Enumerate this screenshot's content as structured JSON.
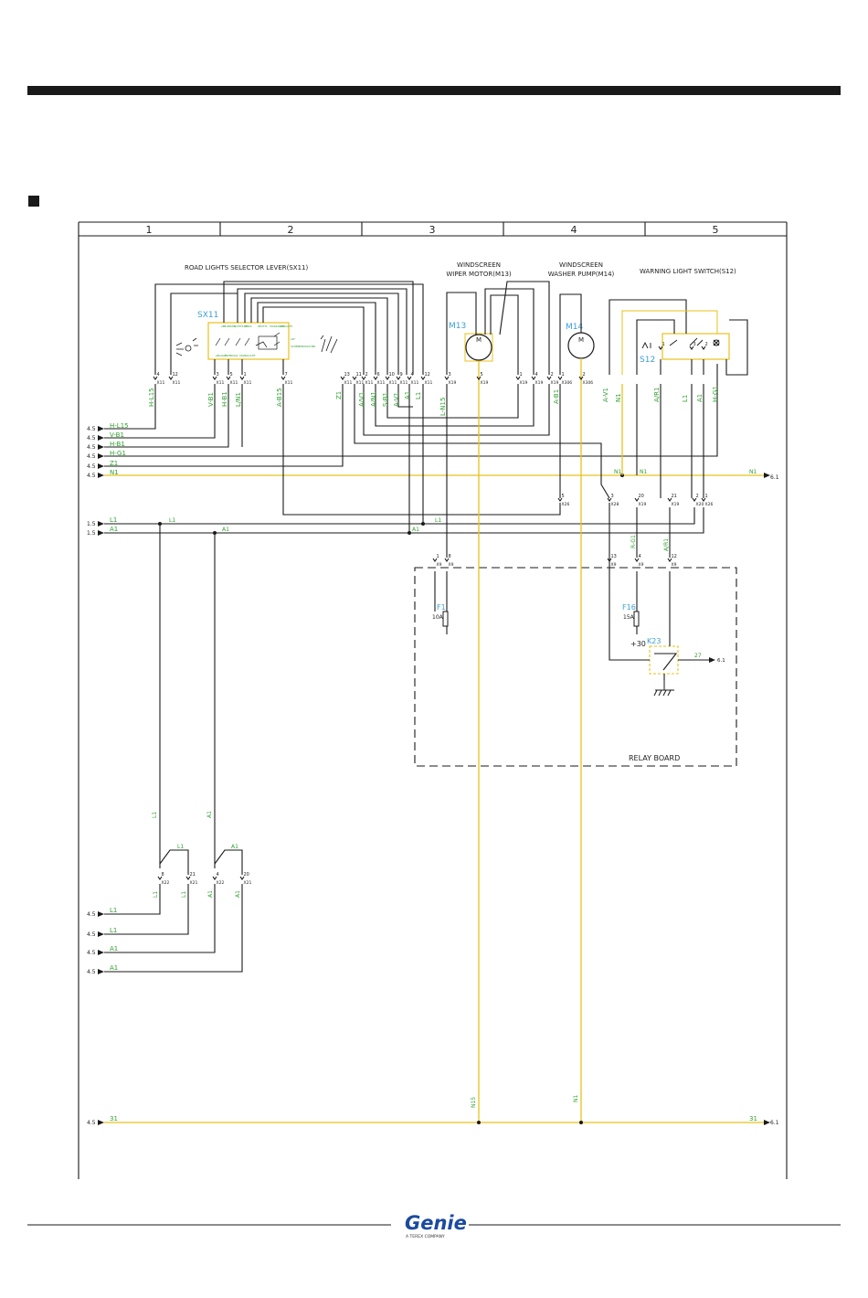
{
  "colors": {
    "wire": "#1a1a1a",
    "yellow_wire": "#e8c21a",
    "wire_label": "#2fa12f",
    "component_label": "#3a9fd8",
    "header_bar": "#1a1a1a"
  },
  "columns": [
    "1",
    "2",
    "3",
    "4",
    "5"
  ],
  "titles": {
    "road_lights": "ROAD LIGHTS SELECTOR LEVER(SX11)",
    "wiper_line1": "WINDSCREEN",
    "wiper_line2": "WIPER MOTOR(M13)",
    "washer_line1": "WINDSCREEN",
    "washer_line2": "WASHER PUMP(M14)",
    "warning_switch": "WARNING LIGHT SWITCH(S12)",
    "relay_board": "RELAY BOARD"
  },
  "components": {
    "sx11": "SX11",
    "m13": "M13",
    "m14": "M14",
    "s12": "S12",
    "f1": "F1",
    "f1_rating": "10A",
    "f16": "F16",
    "f16_rating": "15A",
    "k23": "K23",
    "plus30": "+30",
    "m_letter": "M",
    "k23_out": "27",
    "k23_ref": "6.1"
  },
  "sx11_inner": [
    "ABBLENDEN",
    "LICHTHUPE",
    "LINKS",
    "RECHTS",
    "STANDLICHT",
    "PARKLICHT",
    "LSF",
    "SCHEIBENWISCHER",
    "ABLAGE",
    "INTERVALL"
  ],
  "left_inputs": [
    {
      "ref": "4.5",
      "name": "H-L15"
    },
    {
      "ref": "4.5",
      "name": "V-B1"
    },
    {
      "ref": "4.5",
      "name": "H-B1"
    },
    {
      "ref": "4.5",
      "name": "H-G1"
    },
    {
      "ref": "4.5",
      "name": "Z1"
    },
    {
      "ref": "4.5",
      "name": "N1"
    }
  ],
  "power_rails": [
    {
      "ref": "1.5",
      "name": "L1"
    },
    {
      "ref": "1.5",
      "name": "A1"
    }
  ],
  "n1_rail": {
    "labels": [
      "N1",
      "N1",
      "N1"
    ],
    "ref": "6.1"
  },
  "bottom_inputs": [
    {
      "ref": "4.5",
      "name": "L1"
    },
    {
      "ref": "4.5",
      "name": "L1"
    },
    {
      "ref": "4.5",
      "name": "A1"
    },
    {
      "ref": "4.5",
      "name": "A1"
    }
  ],
  "ground_rail": {
    "ref": "4.5",
    "name": "31",
    "right_name": "31",
    "right_ref": "6.1"
  },
  "vertical_wire_labels": {
    "sx11": [
      "H-L15",
      "V-B1",
      "H-B1",
      "L/N1",
      "A-B15",
      "Z1",
      "A/V1",
      "A/N1",
      "S-B1",
      "A-V1",
      "A1",
      "L1"
    ],
    "m13": [
      "L-N15"
    ],
    "m14": [
      "A-B1"
    ],
    "s12": [
      "A-V1",
      "N1",
      "A/R1",
      "L1",
      "A1",
      "H-G1"
    ],
    "relay": [
      "R-G1",
      "A/R1"
    ],
    "long": [
      "N15",
      "N1"
    ],
    "left_drops": [
      "L1",
      "A1"
    ],
    "x22": [
      "L1",
      "L1",
      "A1",
      "A1"
    ]
  },
  "connectors_top": {
    "x11_pins": [
      "4",
      "12",
      "3",
      "5",
      "1",
      "7",
      "13",
      "11",
      "2",
      "6",
      "10",
      "9"
    ],
    "x11": "X11",
    "x19_pins": [
      "3",
      "5",
      "1",
      "4",
      "2"
    ],
    "x19": "X19",
    "x306_pins": [
      "1",
      "2"
    ],
    "x306": "X306"
  },
  "connectors_mid": {
    "pins": [
      "5",
      "3",
      "20",
      "21",
      "2",
      "1"
    ],
    "names": [
      "X26",
      "X28",
      "X19",
      "X19",
      "X20",
      "X26"
    ]
  },
  "connectors_x9": {
    "pins": [
      "1",
      "8",
      "13",
      "4",
      "12"
    ],
    "name": "X9"
  },
  "connectors_bottom": {
    "pins": [
      "8",
      "21",
      "4",
      "20"
    ],
    "names": [
      "X22",
      "X21",
      "X22",
      "X21"
    ]
  },
  "bus_labels": {
    "l1": "L1",
    "a1": "A1",
    "l1b": "L1"
  },
  "s12_pins": [
    "1",
    "3",
    "2",
    "4",
    "5",
    "6"
  ],
  "logo": {
    "brand": "Genie",
    "tagline": "A TEREX COMPANY"
  }
}
